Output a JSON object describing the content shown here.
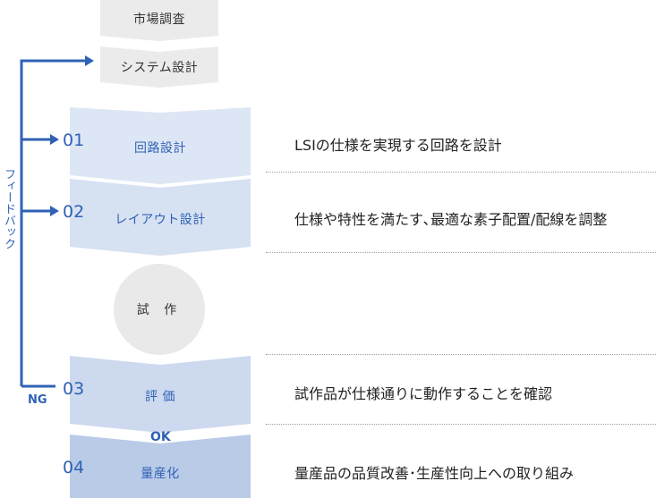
{
  "flow": {
    "market_research": "市場調査",
    "system_design": "システム設計",
    "prototype": "試 作",
    "ok_label": "OK"
  },
  "steps": [
    {
      "num": "01",
      "label": "回路設計",
      "desc": "LSIの仕様を実現する回路を設計"
    },
    {
      "num": "02",
      "label": "レイアウト設計",
      "desc": "仕様や特性を満たす､最適な素子配置/配線を調整"
    },
    {
      "num": "03",
      "label": "評 価",
      "desc": "試作品が仕様通りに動作することを確認"
    },
    {
      "num": "04",
      "label": "量産化",
      "desc": "量産品の品質改善･生産性向上への取り組み"
    }
  ],
  "feedback": {
    "label": "フィードバック",
    "ng_label": "NG"
  },
  "colors": {
    "gray_shape": "#ebebeb",
    "step_light": "#dde6f4",
    "step_mid": "#cdd9ee",
    "step_dark": "#b9cbe7",
    "accent": "#2f62b5"
  }
}
